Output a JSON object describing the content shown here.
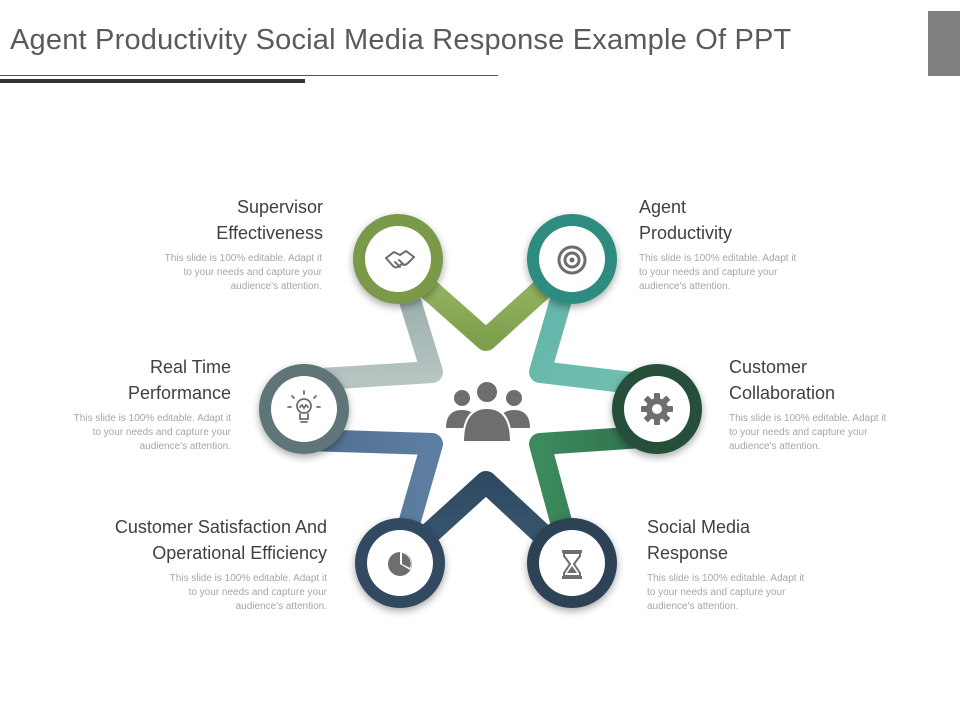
{
  "title": "Agent Productivity Social Media Response Example Of PPT",
  "colors": {
    "title": "#5a5a5a",
    "green": "#7a9a4a",
    "teal": "#2f8b7f",
    "dark_green": "#284f3a",
    "slate": "#5f7478",
    "blue": "#3d5f80",
    "navy": "#2e4256"
  },
  "center_icon": "people-group-icon",
  "items": [
    {
      "label_line1": "Supervisor",
      "label_line2": "Effectiveness",
      "desc_line1": "This slide is 100% editable. Adapt it",
      "desc_line2": "to your needs and capture your",
      "desc_line3": "audience's attention.",
      "icon": "handshake-icon"
    },
    {
      "label_line1": "Agent",
      "label_line2": "Productivity",
      "desc_line1": "This slide is 100% editable. Adapt it",
      "desc_line2": "to your needs and capture your",
      "desc_line3": "audience's attention.",
      "icon": "target-icon"
    },
    {
      "label_line1": "Real Time",
      "label_line2": "Performance",
      "desc_line1": "This slide is 100% editable. Adapt it",
      "desc_line2": "to your needs and capture your",
      "desc_line3": "audience's attention.",
      "icon": "lightbulb-icon"
    },
    {
      "label_line1": "Customer",
      "label_line2": "Collaboration",
      "desc_line1": "This slide is 100% editable. Adapt it",
      "desc_line2": "to your needs and capture your",
      "desc_line3": "audience's attention.",
      "icon": "gear-icon"
    },
    {
      "label_line1": "Customer Satisfaction And",
      "label_line2": "Operational Efficiency",
      "desc_line1": "This slide is 100% editable. Adapt it",
      "desc_line2": "to your needs and capture your",
      "desc_line3": "audience's attention.",
      "icon": "pie-chart-icon"
    },
    {
      "label_line1": "Social Media",
      "label_line2": "Response",
      "desc_line1": "This slide is 100% editable. Adapt it",
      "desc_line2": "to your needs and capture your",
      "desc_line3": "audience's attention.",
      "icon": "hourglass-icon"
    }
  ]
}
